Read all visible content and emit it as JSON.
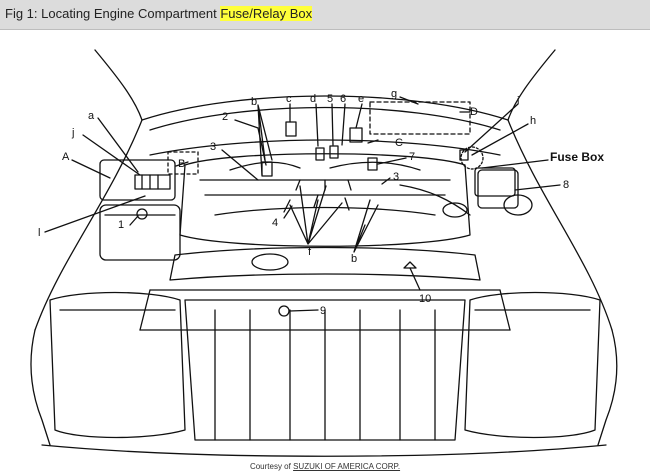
{
  "figure": {
    "title_prefix": "Fig 1: Locating Engine Compartment ",
    "title_highlight": "Fuse/Relay Box",
    "highlight_color": "#ffff3a"
  },
  "labels": {
    "a": "a",
    "j": "j",
    "A": "A",
    "B": "B",
    "l": "l",
    "n1": "1",
    "n2": "2",
    "b1": "b",
    "c": "c",
    "d": "d",
    "n5": "5",
    "n6": "6",
    "e": "e",
    "g": "g",
    "D": "D",
    "i": "i",
    "h": "h",
    "fusebox": "Fuse Box",
    "n8": "8",
    "C": "C",
    "n7": "7",
    "n3a": "3",
    "n3b": "3",
    "n4": "4",
    "f": "f",
    "b2": "b",
    "n10": "10",
    "n9": "9"
  },
  "footer": {
    "courtesy_prefix": "Courtesy of ",
    "courtesy_link": "SUZUKI OF AMERICA CORP."
  }
}
